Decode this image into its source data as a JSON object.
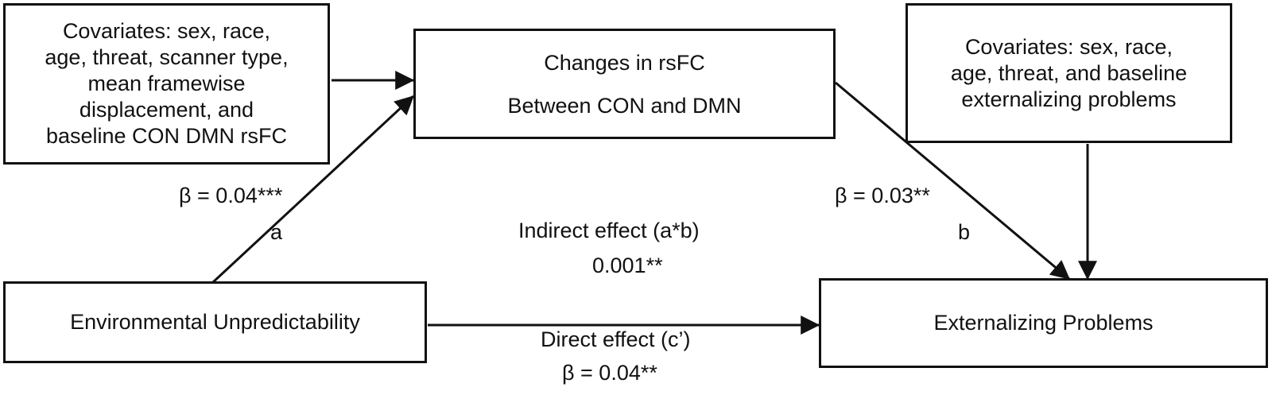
{
  "boxes": {
    "covariates_left": [
      "Covariates: sex, race,",
      "age, threat, scanner type,",
      "mean framewise",
      "displacement, and",
      "baseline CON  DMN rsFC"
    ],
    "mediator": [
      "Changes in rsFC",
      "Between CON and DMN"
    ],
    "covariates_right": [
      "Covariates: sex, race,",
      "age, threat, and baseline",
      "externalizing problems"
    ],
    "predictor": "Environmental Unpredictability",
    "outcome": "Externalizing Problems"
  },
  "paths": {
    "a": {
      "label": "a",
      "coefficient": "β = 0.04***"
    },
    "b": {
      "label": "b",
      "coefficient": "β = 0.03**"
    },
    "indirect": {
      "label": "Indirect effect (a*b)",
      "value": "0.001**"
    },
    "direct": {
      "label": "Direct effect (c’)",
      "value": "β = 0.04**"
    }
  },
  "colors": {
    "line": "#111111",
    "background": "#ffffff"
  }
}
